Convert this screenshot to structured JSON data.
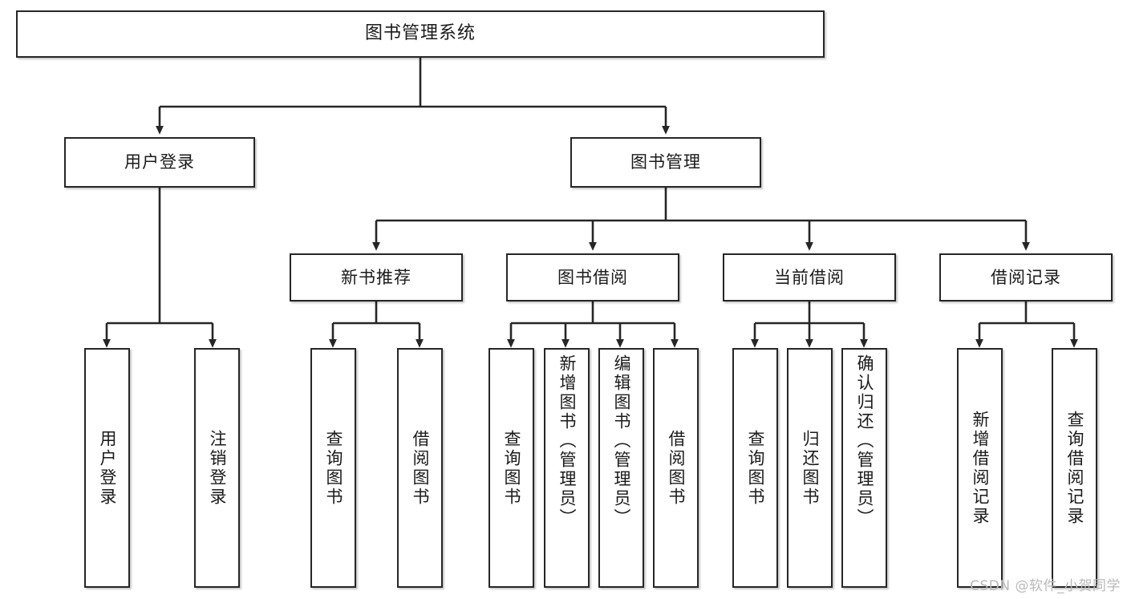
{
  "diagram": {
    "title": "图书管理系统",
    "type": "tree-hierarchy",
    "watermark": "CSDN @软件_小贺同学",
    "colors": {
      "background": "#ffffff",
      "node_fill": "#ffffff",
      "node_border": "#262626",
      "edge": "#262626",
      "text": "#1a1a1a",
      "watermark": "#b9b9b9"
    },
    "nodes": {
      "root": {
        "label": "图书管理系统"
      },
      "level2": [
        {
          "id": "user-login",
          "label": "用户登录"
        },
        {
          "id": "book-manage",
          "label": "图书管理"
        }
      ],
      "level3": [
        {
          "id": "new-book-recommend",
          "label": "新书推荐"
        },
        {
          "id": "book-borrow",
          "label": "图书借阅"
        },
        {
          "id": "current-borrow",
          "label": "当前借阅"
        },
        {
          "id": "borrow-record",
          "label": "借阅记录"
        }
      ],
      "leaves": [
        {
          "id": "leaf-user-login",
          "label": "用户登录",
          "parent": "user-login"
        },
        {
          "id": "leaf-user-logout",
          "label": "注销登录",
          "parent": "user-login"
        },
        {
          "id": "leaf-query-book-1",
          "label": "查询图书",
          "parent": "new-book-recommend"
        },
        {
          "id": "leaf-borrow-book-1",
          "label": "借阅图书",
          "parent": "new-book-recommend"
        },
        {
          "id": "leaf-query-book-2",
          "label": "查询图书",
          "parent": "book-borrow"
        },
        {
          "id": "leaf-add-book",
          "label": "新增图书（管理员）",
          "parent": "book-borrow"
        },
        {
          "id": "leaf-edit-book",
          "label": "编辑图书（管理员）",
          "parent": "book-borrow"
        },
        {
          "id": "leaf-borrow-book-2",
          "label": "借阅图书",
          "parent": "book-borrow"
        },
        {
          "id": "leaf-query-book-3",
          "label": "查询图书",
          "parent": "current-borrow"
        },
        {
          "id": "leaf-return-book",
          "label": "归还图书",
          "parent": "current-borrow"
        },
        {
          "id": "leaf-confirm-return",
          "label": "确认归还（管理员）",
          "parent": "current-borrow"
        },
        {
          "id": "leaf-add-record",
          "label": "新增借阅记录",
          "parent": "borrow-record"
        },
        {
          "id": "leaf-query-record",
          "label": "查询借阅记录",
          "parent": "borrow-record"
        }
      ]
    }
  }
}
